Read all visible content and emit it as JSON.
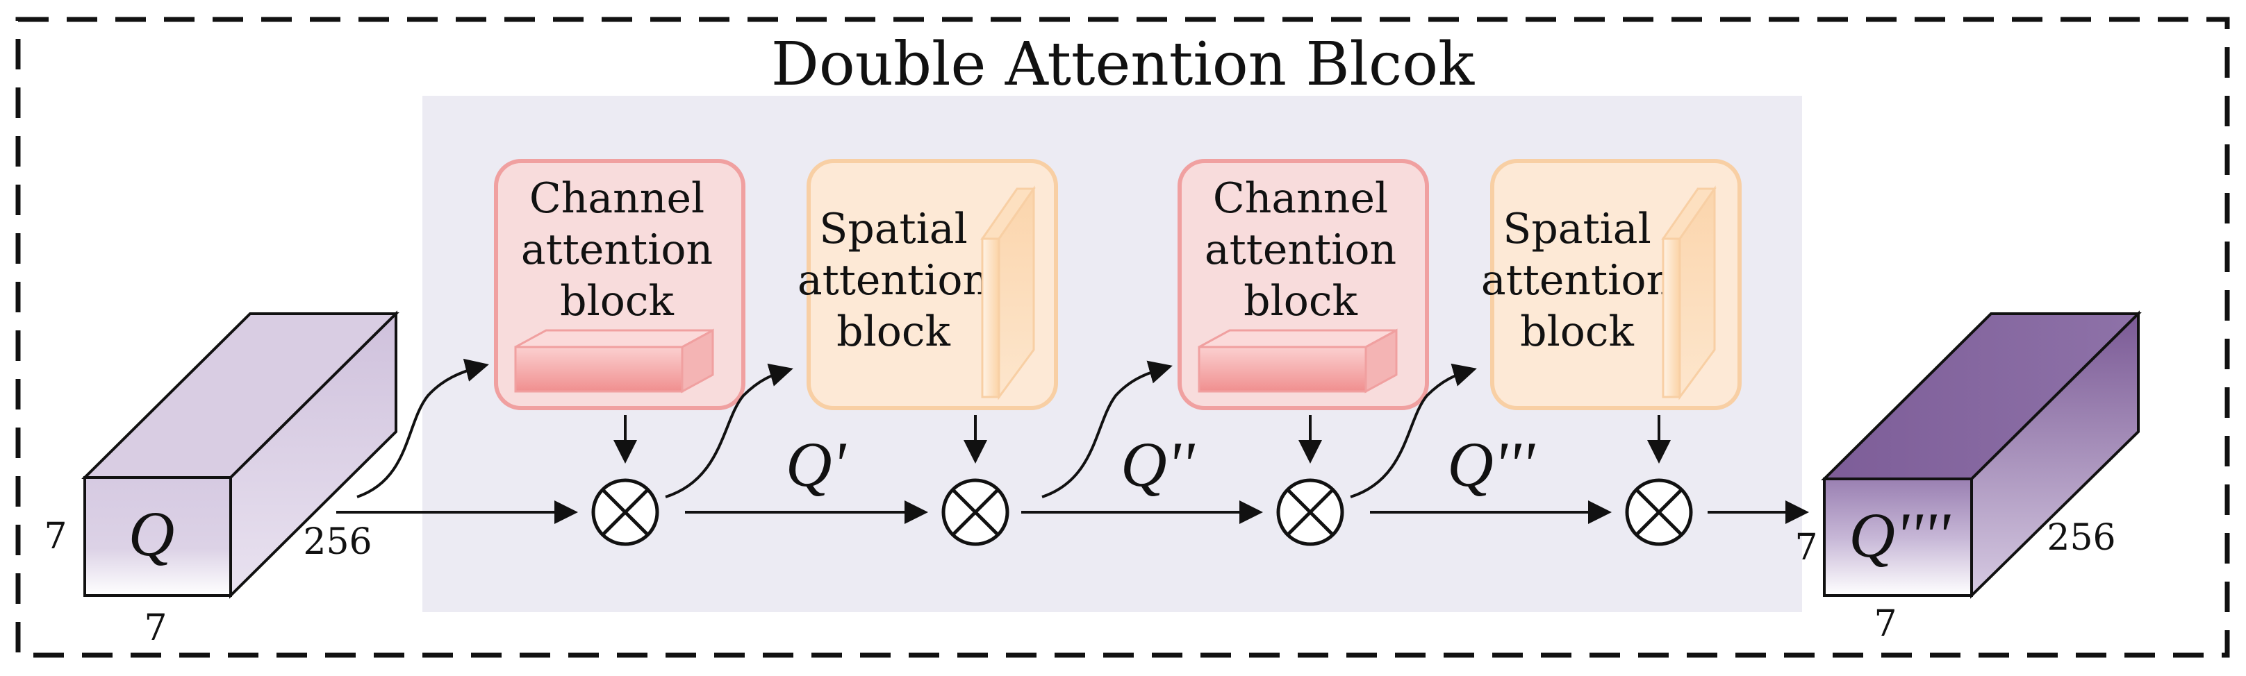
{
  "title": "Double Attention Blcok",
  "input_tensor": {
    "label": "Q",
    "height_label": "7",
    "width_label": "7",
    "depth_label": "256"
  },
  "output_tensor": {
    "label": "Q''''",
    "height_label": "7",
    "width_label": "7",
    "depth_label": "256"
  },
  "blocks": [
    {
      "type": "channel",
      "lines": [
        "Channel",
        "attention",
        "block"
      ]
    },
    {
      "type": "spatial",
      "lines": [
        "Spatial",
        "attention",
        "block"
      ]
    },
    {
      "type": "channel",
      "lines": [
        "Channel",
        "attention",
        "block"
      ]
    },
    {
      "type": "spatial",
      "lines": [
        "Spatial",
        "attention",
        "block"
      ]
    }
  ],
  "intermediate_labels": [
    "Q'",
    "Q''",
    "Q'''"
  ],
  "operator_symbol": "⊗",
  "colors": {
    "panel": "#ecebf3",
    "channel_fill": "#f8dcdc",
    "channel_stroke": "#f0a0a0",
    "spatial_fill": "#fde9d6",
    "spatial_stroke": "#f8cfa4",
    "input_cube": "#d9cde3",
    "output_cube": "#7f5c9a"
  }
}
